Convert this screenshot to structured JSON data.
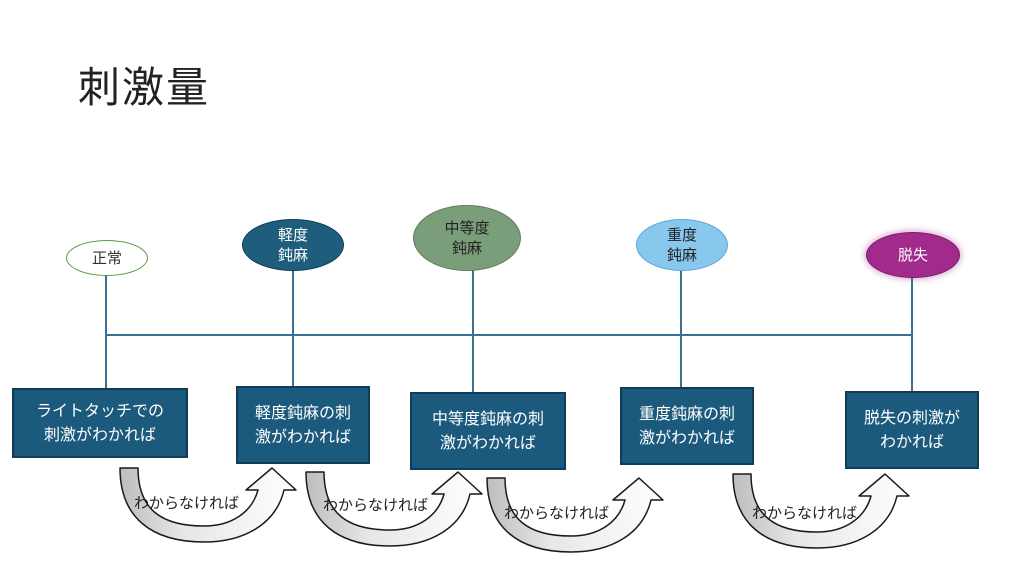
{
  "slide": {
    "title": "刺激量"
  },
  "levels": [
    {
      "label": "正常",
      "color": "#ffffff",
      "text_color": "#333333",
      "border": "#5a9a3a"
    },
    {
      "label": "軽度\n鈍麻",
      "color": "#1e5d7c",
      "text_color": "#ffffff",
      "border": "#0f3d57"
    },
    {
      "label": "中等度\n鈍麻",
      "color": "#7a9e7a",
      "text_color": "#222222",
      "border": "#5c7f5c"
    },
    {
      "label": "重度\n鈍麻",
      "color": "#88c8ee",
      "text_color": "#222222",
      "border": "#5ba8d8"
    },
    {
      "label": "脱失",
      "color": "#a12a8c",
      "text_color": "#ffffff",
      "border": "#7a1d6a"
    }
  ],
  "boxes": [
    "ライトタッチでの\n刺激がわかれば",
    "軽度鈍麻の刺\n激がわかれば",
    "中等度鈍麻の刺\n激がわかれば",
    "重度鈍麻の刺\n激がわかれば",
    "脱失の刺激が\nわかれば"
  ],
  "arrows": [
    "わからなければ",
    "わからなければ",
    "わからなければ",
    "わからなければ"
  ]
}
